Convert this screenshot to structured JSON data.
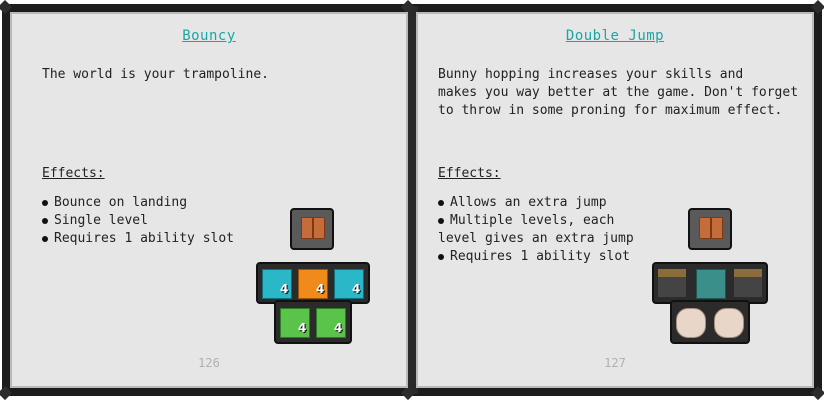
{
  "left_page": {
    "title": "Bouncy",
    "description": "The world is your trampoline.",
    "effects_heading": "Effects:",
    "effects": [
      "Bounce on landing",
      "Single level",
      "Requires 1 ability slot"
    ],
    "page_number": "126",
    "recipe": {
      "icon": "boots-icon",
      "slots": [
        {
          "item": "prismarine-block-icon",
          "count": "4",
          "color": "#2ab7c8"
        },
        {
          "item": "orange-block-icon",
          "count": "4",
          "color": "#f08a1a"
        },
        {
          "item": "prismarine-block-icon",
          "count": "4",
          "color": "#2ab7c8"
        },
        {
          "item": "slime-block-icon",
          "count": "4",
          "color": "#5ac34a"
        },
        {
          "item": "slime-block-icon",
          "count": "4",
          "color": "#5ac34a"
        }
      ]
    }
  },
  "right_page": {
    "title": "Double Jump",
    "description": "Bunny hopping increases your skills and\nmakes you way better at the game. Don't forget\nto throw in some proning for maximum effect.",
    "effects_heading": "Effects:",
    "effects": [
      "Allows an extra jump",
      "Multiple levels, each\nlevel gives an extra jump",
      "Requires 1 ability slot"
    ],
    "page_number": "127",
    "recipe": {
      "icon": "boots-icon",
      "slots": [
        {
          "item": "piston-icon",
          "count": "",
          "color": "#8a6d3b"
        },
        {
          "item": "prismarine-block-icon",
          "count": "",
          "color": "#3a8f8a"
        },
        {
          "item": "piston-icon",
          "count": "",
          "color": "#8a6d3b"
        },
        {
          "item": "cobweb-icon",
          "count": "",
          "color": "#e8d6c8"
        },
        {
          "item": "cobweb-icon",
          "count": "",
          "color": "#e8d6c8"
        }
      ]
    }
  }
}
